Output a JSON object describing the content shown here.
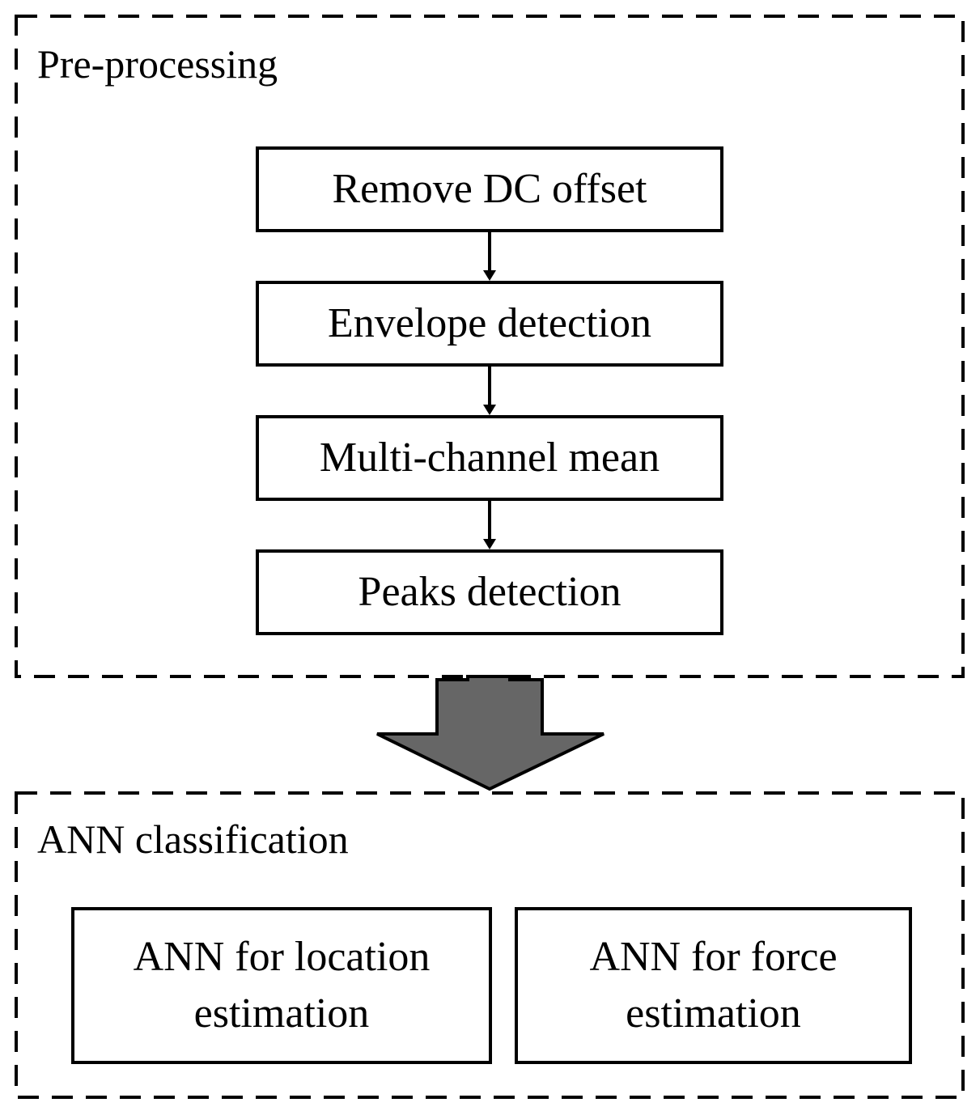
{
  "preprocessing": {
    "title": "Pre-processing",
    "steps": [
      {
        "label": "Remove DC offset"
      },
      {
        "label": "Envelope detection"
      },
      {
        "label": "Multi-channel mean"
      },
      {
        "label": "Peaks detection"
      }
    ]
  },
  "classification": {
    "title": "ANN classification",
    "models": [
      {
        "line1": "ANN for location",
        "line2": "estimation"
      },
      {
        "line1": "ANN for force",
        "line2": "estimation"
      }
    ]
  },
  "colors": {
    "stroke": "#000000",
    "transition_arrow_fill": "#666666",
    "background": "#ffffff"
  }
}
